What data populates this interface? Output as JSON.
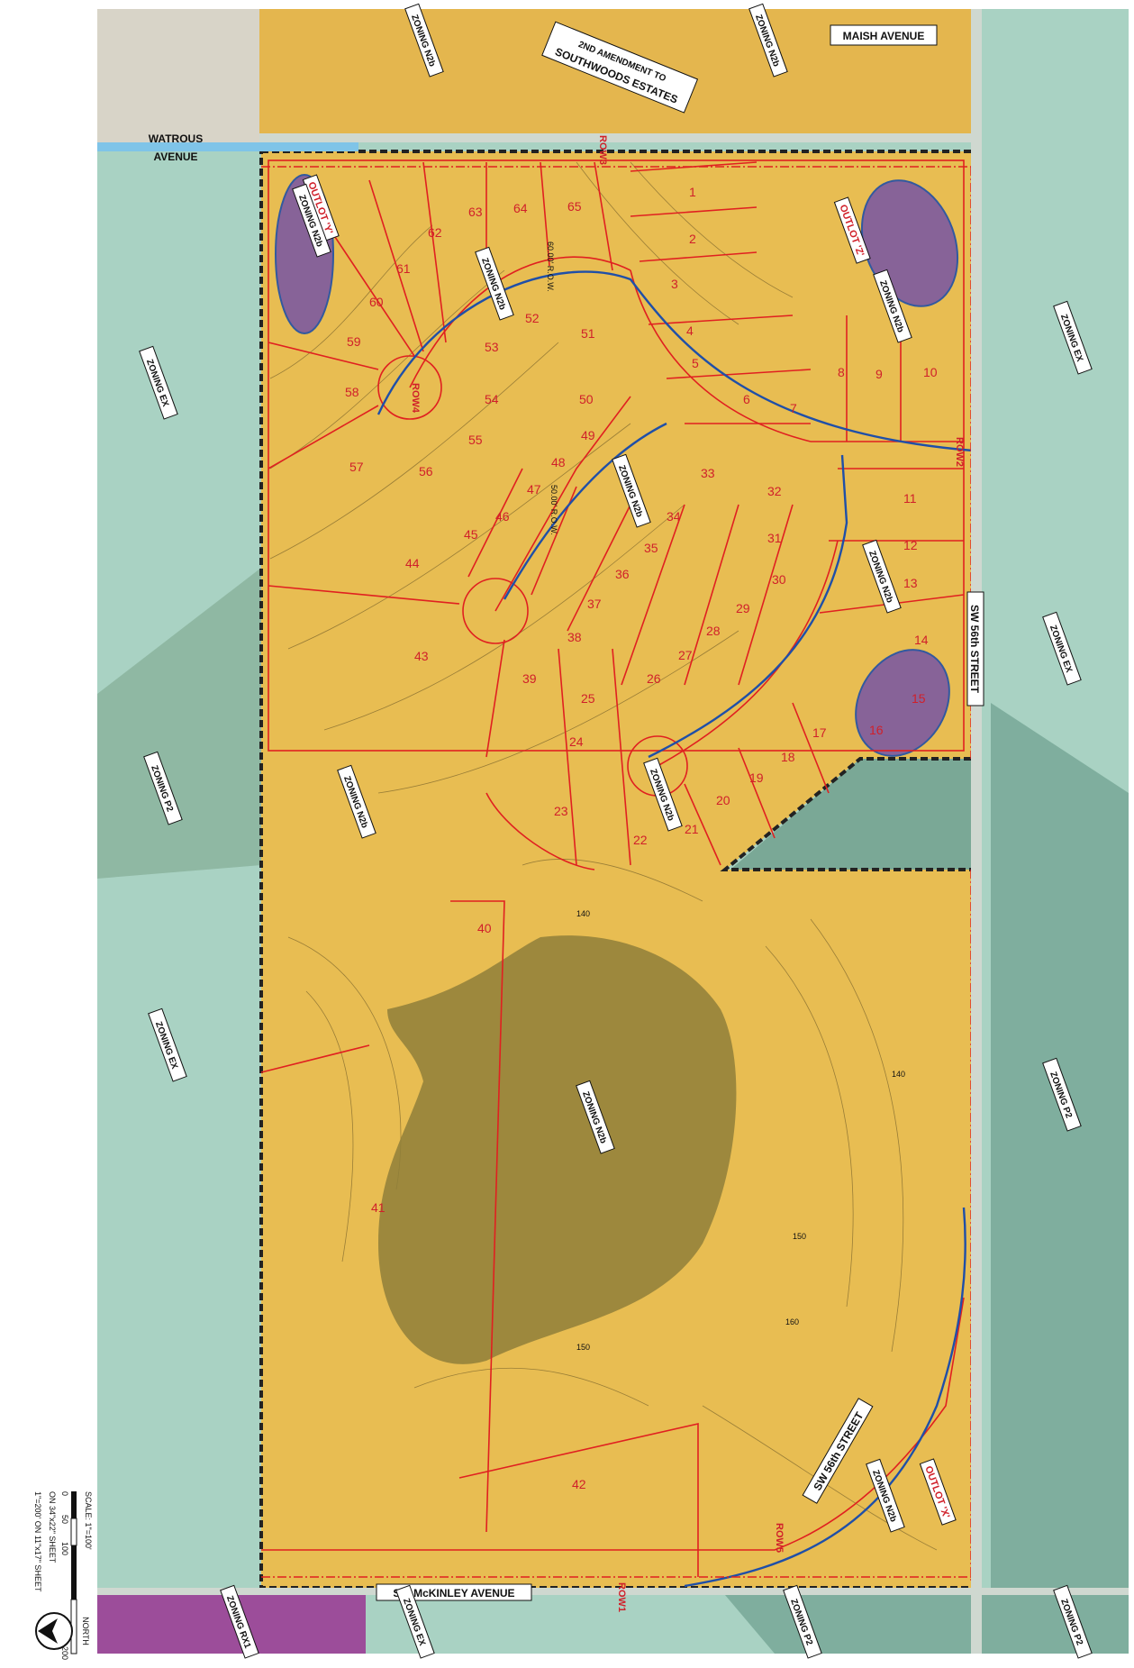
{
  "map": {
    "colors": {
      "n2b": "#e8bd52",
      "ex": "#a9d2c3",
      "p2": "#7fae9e",
      "rx1": "#9c4d9a",
      "outlot": "#7d5aa0",
      "lot_line": "#e02020",
      "road_center": "#1f4fa8",
      "pond": "#8f7f3a"
    },
    "road_labels": {
      "maish": "MAISH AVENUE",
      "watrous_1": "WATROUS",
      "watrous_2": "AVENUE",
      "amend_1": "2ND AMENDMENT TO",
      "amend_2": "SOUTHWOODS ESTATES",
      "sw56_east": "SW 56th STREET",
      "sw56_south": "SW 56th STREET",
      "mckinley": "SW McKINLEY AVENUE"
    },
    "row_labels": [
      "ROW1",
      "ROW2",
      "ROW3",
      "ROW4",
      "ROW5"
    ],
    "outlots": [
      "OUTLOT 'Y'",
      "OUTLOT 'Z'",
      "OUTLOT 'X'"
    ],
    "zoning_labels": {
      "n2b": "ZONING N2b",
      "ex": "ZONING EX",
      "p2": "ZONING P2",
      "rx1": "ZONING RX1"
    },
    "row_widths": {
      "main": "60.00' R.O.W.",
      "secondary": "50.00' R.O.W."
    },
    "lots": [
      "1",
      "2",
      "3",
      "4",
      "5",
      "6",
      "7",
      "8",
      "9",
      "10",
      "11",
      "12",
      "13",
      "14",
      "15",
      "16",
      "17",
      "18",
      "19",
      "20",
      "21",
      "22",
      "23",
      "24",
      "25",
      "26",
      "27",
      "28",
      "29",
      "30",
      "31",
      "32",
      "33",
      "34",
      "35",
      "36",
      "37",
      "38",
      "39",
      "40",
      "41",
      "42",
      "43",
      "44",
      "45",
      "46",
      "47",
      "48",
      "49",
      "50",
      "51",
      "52",
      "53",
      "54",
      "55",
      "56",
      "57",
      "58",
      "59",
      "60",
      "61",
      "62",
      "63",
      "64",
      "65"
    ],
    "contour_values": [
      "140",
      "150",
      "160",
      "140",
      "150"
    ],
    "scale": {
      "line1": "SCALE: 1\"=100'",
      "line2": "ON 34\"x22\" SHEET",
      "line3": "1\"=200' ON 11\"x17\" SHEET",
      "ticks": [
        "0",
        "50",
        "100",
        "200"
      ]
    },
    "north": "NORTH"
  }
}
